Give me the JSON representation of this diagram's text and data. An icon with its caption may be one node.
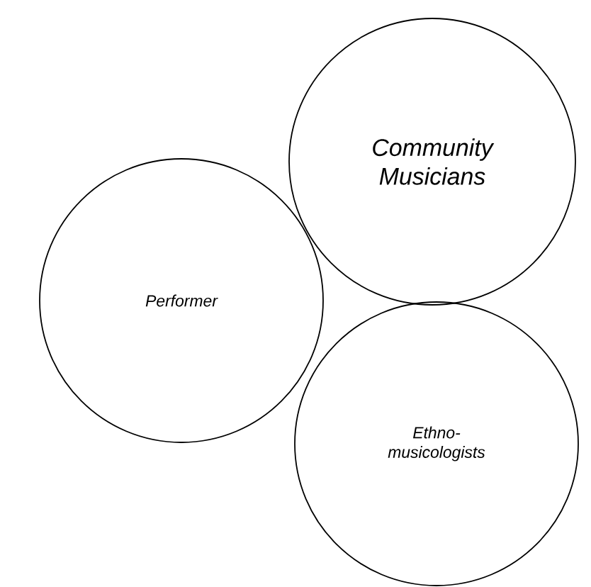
{
  "diagram": {
    "nodes": [
      {
        "text": [
          "Community Musicians"
        ]
      },
      {
        "text": [
          "Performer"
        ]
      },
      {
        "text": [
          "Ethno- musicologists"
        ]
      }
    ]
  }
}
